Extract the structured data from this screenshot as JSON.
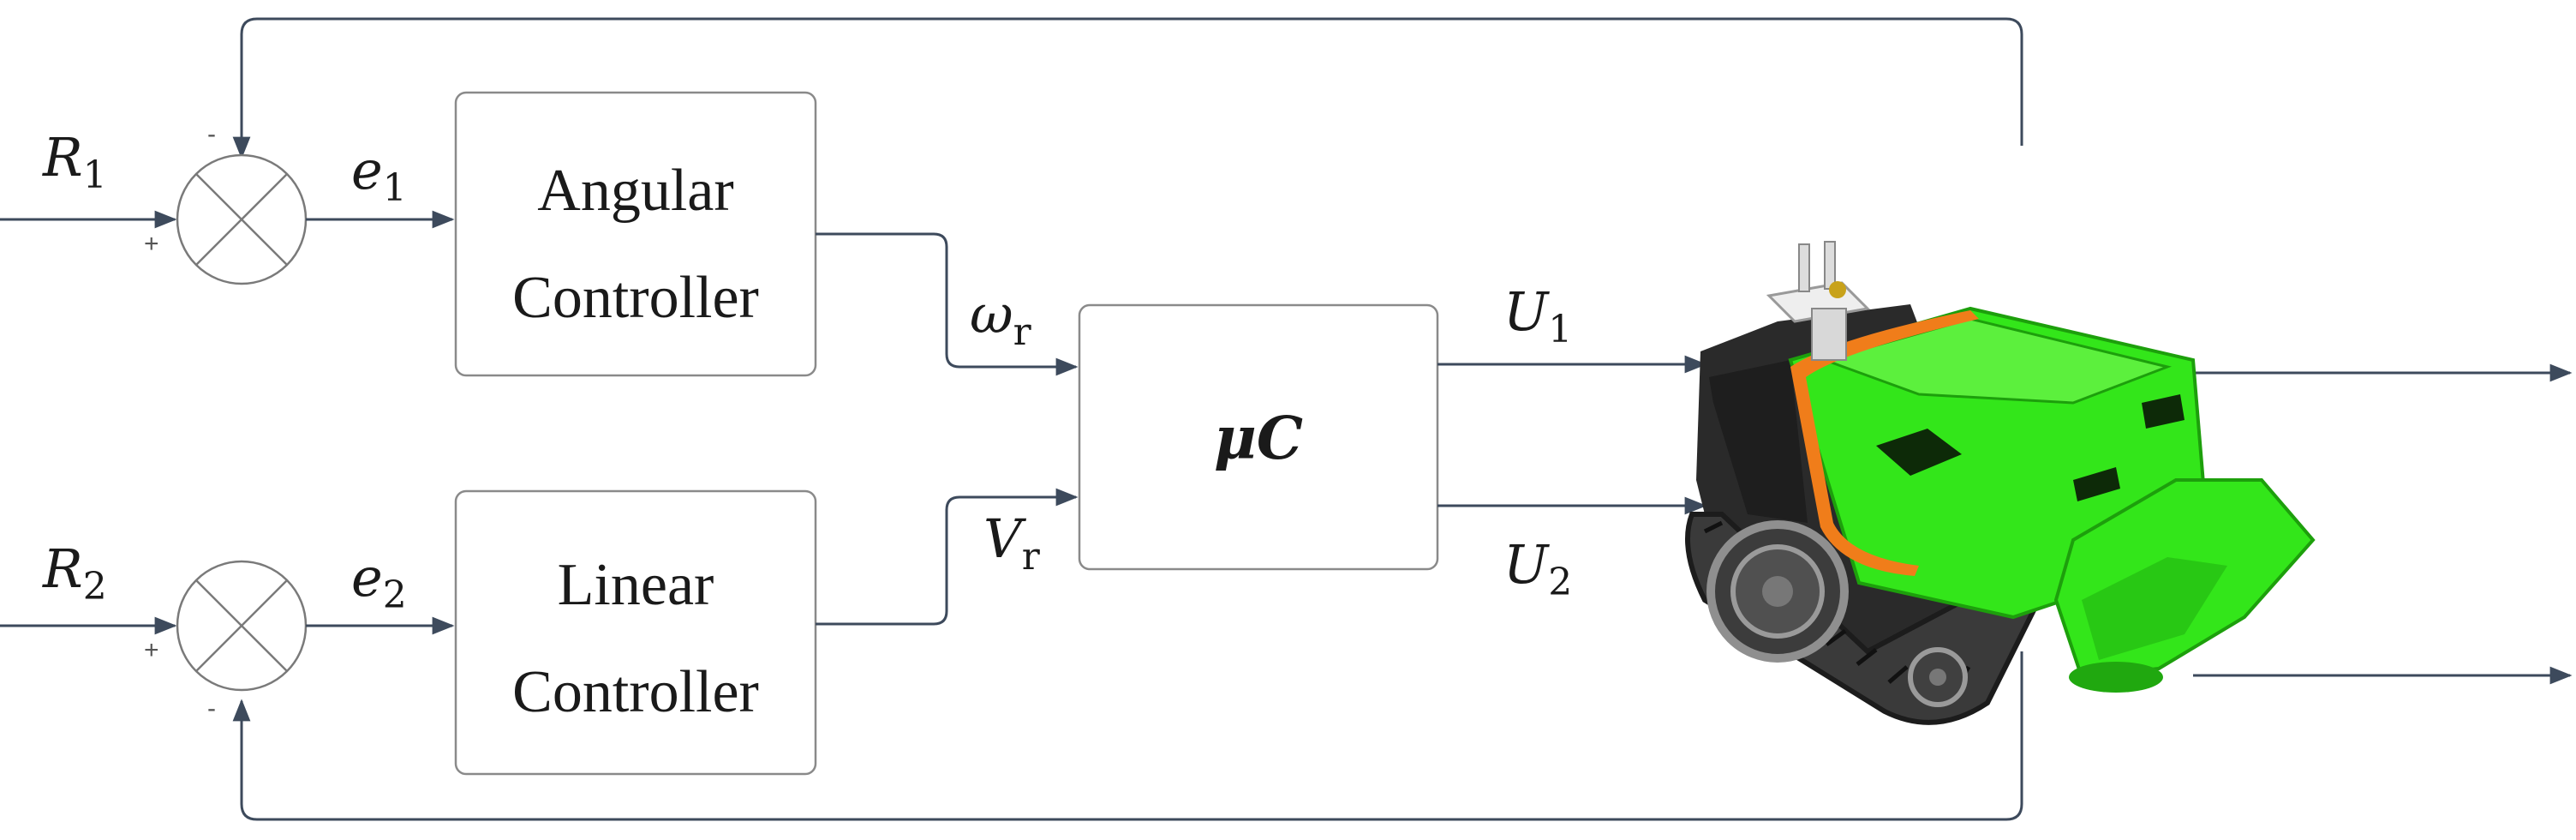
{
  "blocks": {
    "angular": {
      "line1": "Angular",
      "line2": "Controller"
    },
    "linear": {
      "line1": "Linear",
      "line2": "Controller"
    },
    "mcu": {
      "label": "μC"
    }
  },
  "signals": {
    "r1": {
      "main": "R",
      "sub": "1"
    },
    "r2": {
      "main": "R",
      "sub": "2"
    },
    "e1": {
      "main": "e",
      "sub": "1"
    },
    "e2": {
      "main": "e",
      "sub": "2"
    },
    "wr": {
      "main": "ω",
      "sub": "r"
    },
    "vr": {
      "main": "V",
      "sub": "r"
    },
    "u1": {
      "main": "U",
      "sub": "1"
    },
    "u2": {
      "main": "U",
      "sub": "2"
    }
  },
  "summing_junctions": {
    "top": {
      "minus": "-",
      "plus": "+"
    },
    "bottom": {
      "minus": "-",
      "plus": "+"
    }
  },
  "colors": {
    "wire": "#3d4a5c",
    "box_border": "#8a8a8a",
    "robot_body": "#33e61a",
    "robot_track": "#2a2a2a",
    "robot_stripe": "#f07d1a"
  },
  "plant": {
    "icon": "tracked-robot-icon"
  }
}
